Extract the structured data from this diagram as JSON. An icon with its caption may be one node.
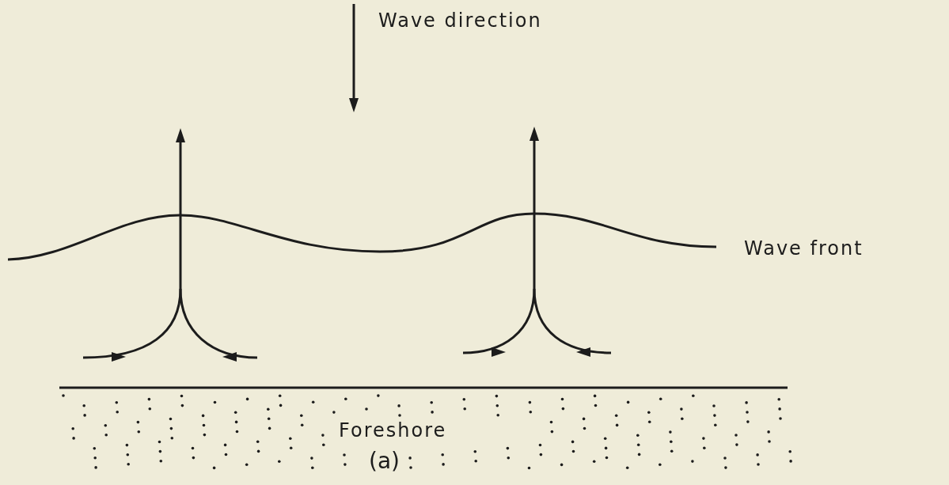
{
  "diagram": {
    "labels": [
      "Wave direction",
      "Wave front",
      "Foreshore"
    ],
    "caption": "(a)"
  }
}
